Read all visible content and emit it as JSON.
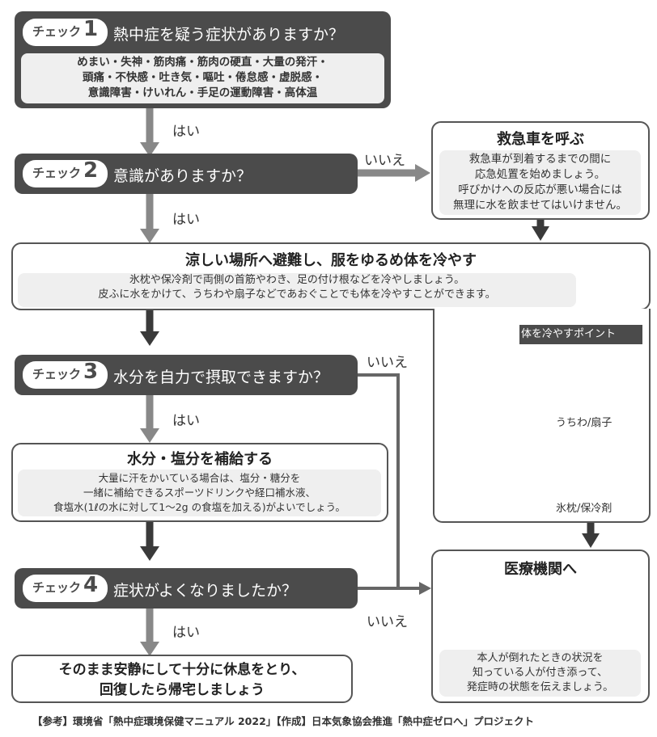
{
  "check_label": "チェック",
  "checks": [
    {
      "num": "1",
      "question": "熱中症を疑う症状がありますか？",
      "symptoms": [
        "めまい・失神・筋肉痛・筋肉の硬直・大量の発汗・",
        "頭痛・不快感・吐き気・嘔吐・倦怠感・虚脱感・",
        "意識障害・けいれん・手足の運動障害・高体温"
      ]
    },
    {
      "num": "2",
      "question": "意識がありますか？"
    },
    {
      "num": "3",
      "question": "水分を自力で摂取できますか？"
    },
    {
      "num": "4",
      "question": "症状がよくなりましたか？"
    }
  ],
  "labels": {
    "yes": "はい",
    "no": "いいえ"
  },
  "ambulance": {
    "title": "救急車を呼ぶ",
    "lines": [
      "救急車が到着するまでの間に",
      "応急処置を始めましょう。",
      "呼びかけへの反応が悪い場合には",
      "無理に水を飲ませてはいけません。"
    ]
  },
  "cooling": {
    "title": "涼しい場所へ避難し、服をゆるめ体を冷やす",
    "lines": [
      "氷枕や保冷剤で両側の首筋やわき、足の付け根などを冷やしましょう。",
      "皮ふに水をかけて、うちわや扇子などであおぐことでも体を冷やすことができます。"
    ],
    "points_header": "体を冷やすポイント",
    "point_labels": [
      "うちわ/扇子",
      "氷枕/保冷剤"
    ]
  },
  "hydration": {
    "title": "水分・塩分を補給する",
    "lines": [
      "大量に汗をかいている場合は、塩分・糖分を",
      "一緒に補給できるスポーツドリンクや経口補水液、",
      "食塩水(1ℓの水に対して1〜2g の食塩を加える)がよいでしょう。"
    ]
  },
  "medical": {
    "title": "医療機関へ",
    "lines": [
      "本人が倒れたときの状況を",
      "知っている人が付き添って、",
      "発症時の状態を伝えましょう。"
    ]
  },
  "rest": {
    "lines": [
      "そのまま安静にして十分に休息をとり、",
      "回復したら帰宅しましょう"
    ]
  },
  "footer": "【参考】環境省「熱中症環境保健マニュアル 2022」【作成】日本気象協会推進「熱中症ゼロへ」プロジェクト"
}
